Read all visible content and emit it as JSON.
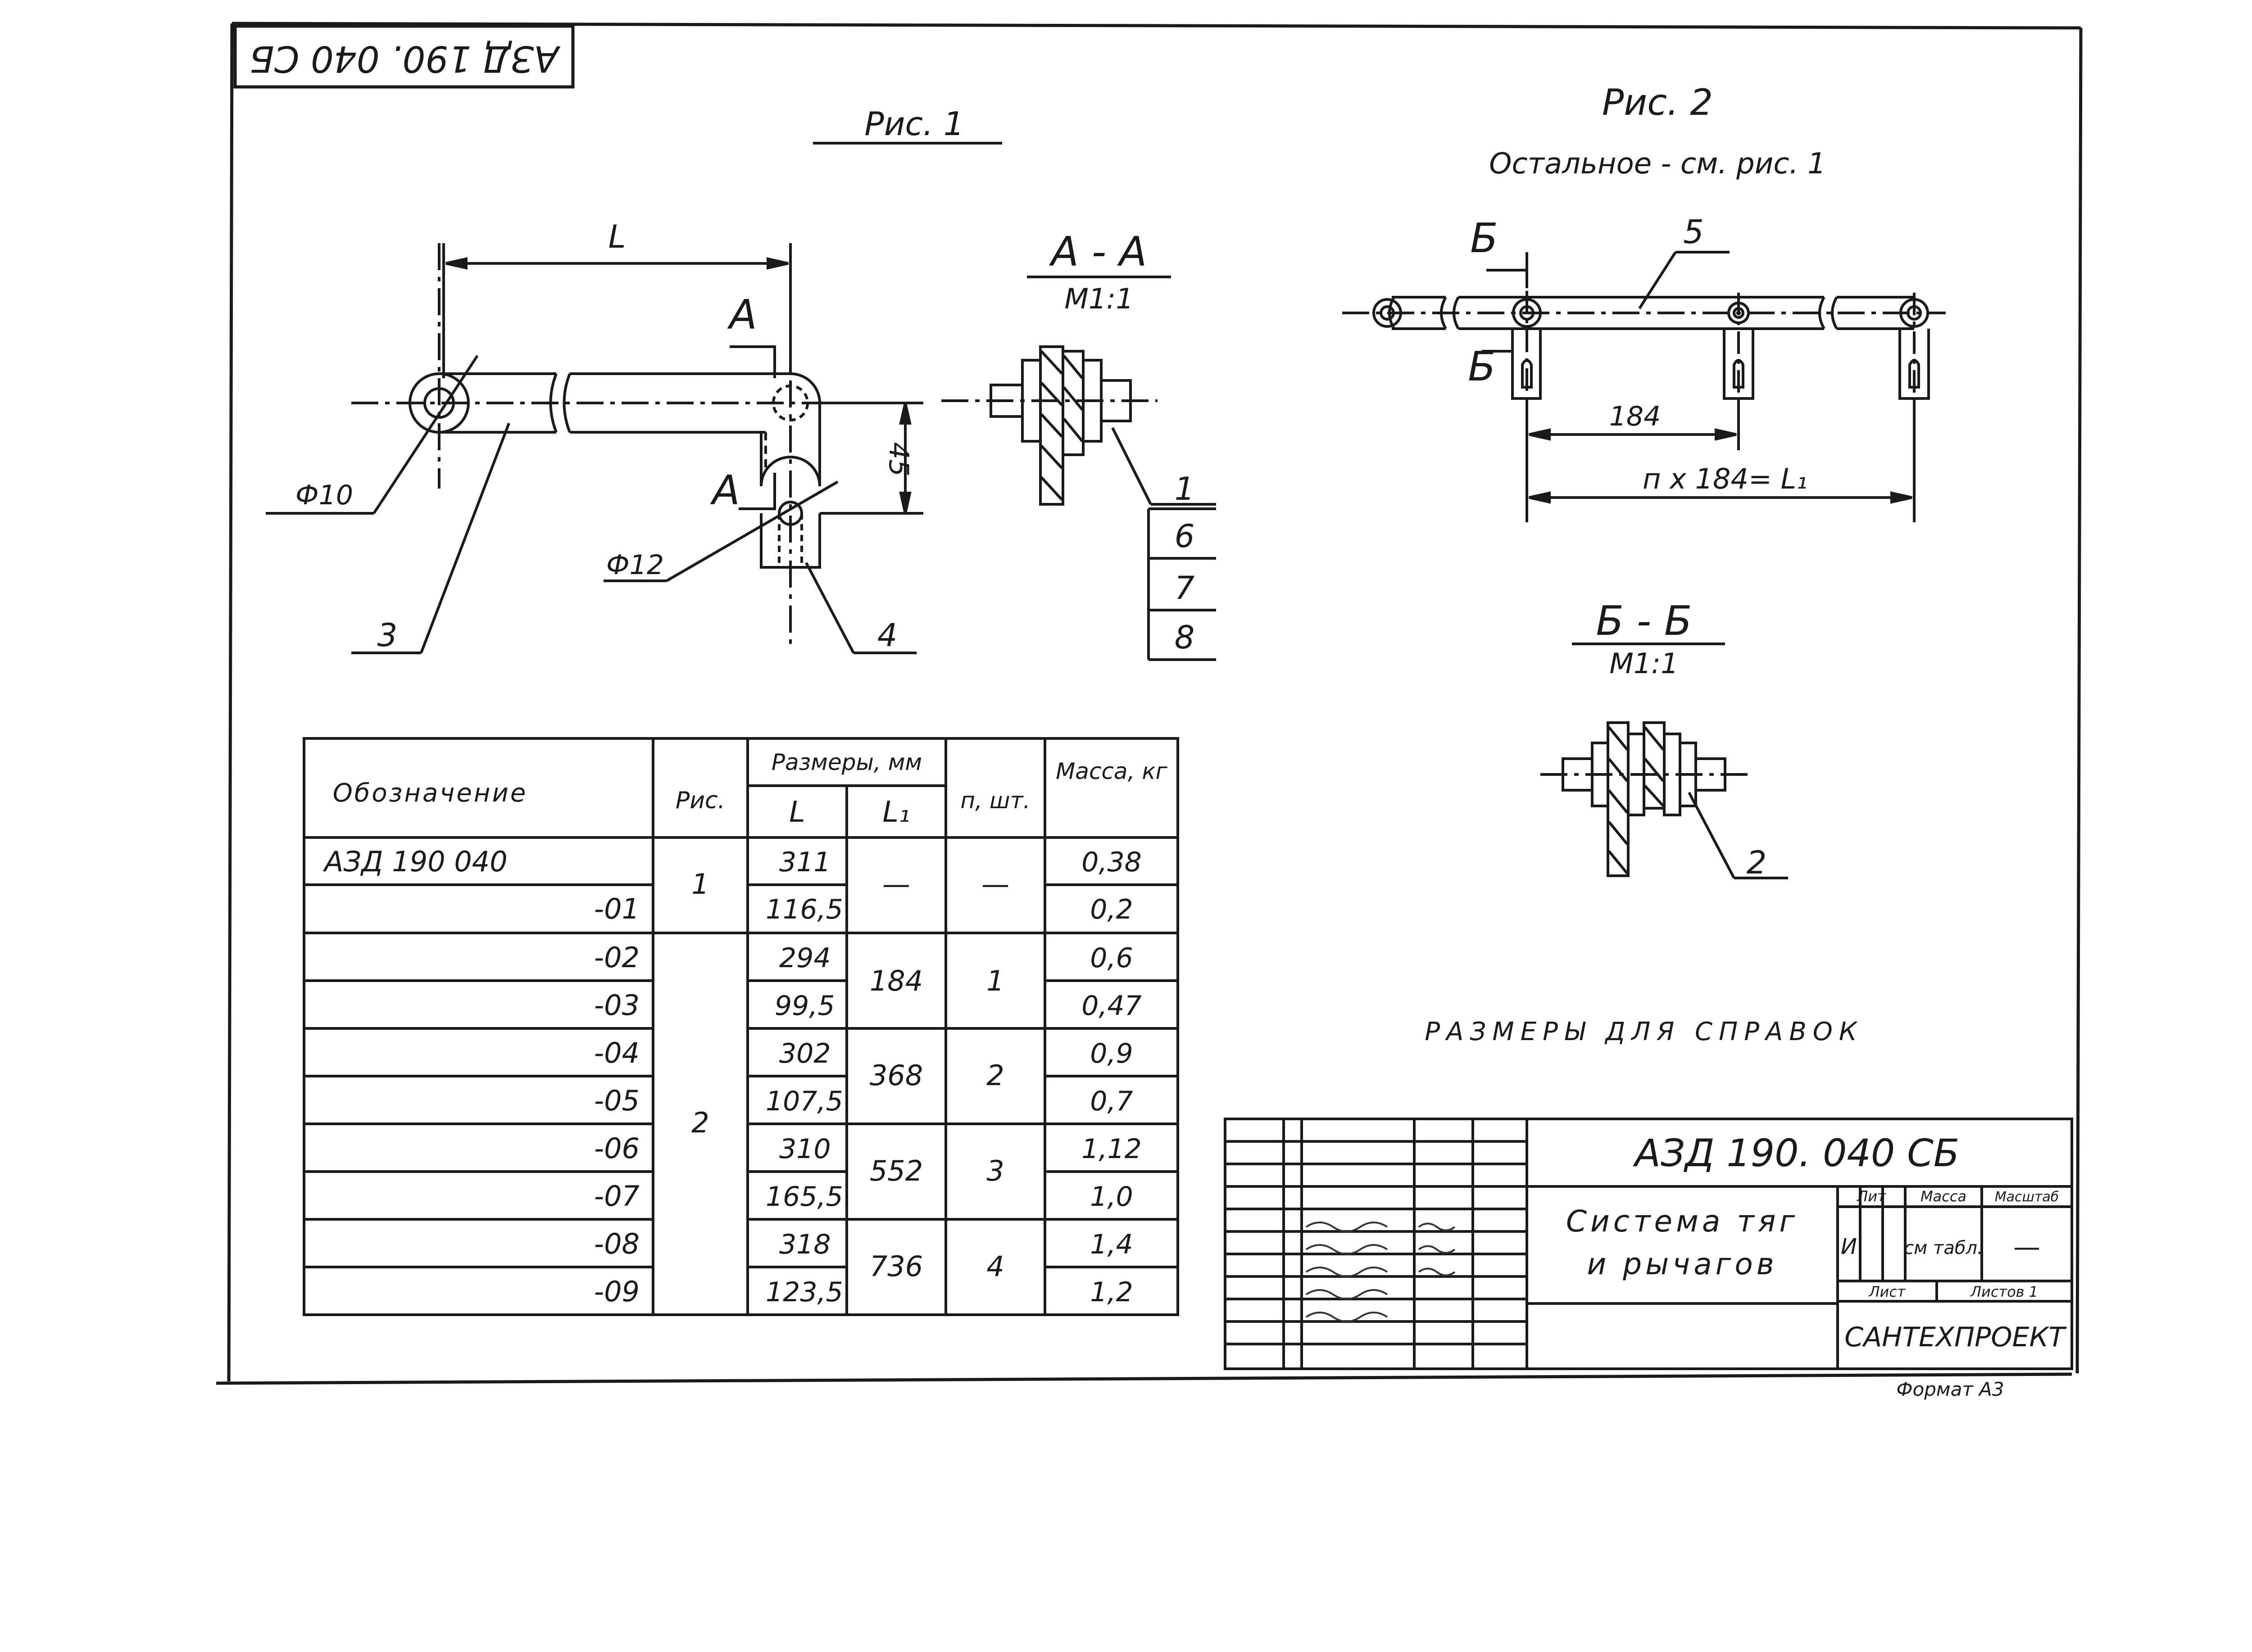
{
  "stamp_top": "АЗД 190. 040 СБ",
  "fig1": {
    "title": "Рис. 1",
    "dim_L": "L",
    "view_A_top": "А",
    "view_A_bottom": "А",
    "dim_45": "45",
    "phi10": "Ф10",
    "phi12": "Ф12",
    "pos3": "3",
    "pos4": "4"
  },
  "section_AA": {
    "title": "А - А",
    "scale": "М1:1",
    "positions": [
      "1",
      "6",
      "7",
      "8"
    ]
  },
  "fig2": {
    "title": "Рис. 2",
    "subtitle": "Остальное - см. рис. 1",
    "label_B_top": "Б",
    "label_B_side": "Б",
    "pos5": "5",
    "dim_184": "184",
    "dim_nL": "п х 184= L₁"
  },
  "section_BB": {
    "title": "Б - Б",
    "scale": "М1:1",
    "pos2": "2"
  },
  "reference_note": "РАЗМЕРЫ ДЛЯ СПРАВОК",
  "table": {
    "h_designation": "Обозначение",
    "h_fig": "Рис.",
    "h_sizes": "Размеры, мм",
    "h_L": "L",
    "h_L1": "L₁",
    "h_n": "п, шт.",
    "h_mass": "Масса, кг",
    "rows": [
      {
        "des": "АЗД 190 040",
        "L": "311",
        "mass": "0,38"
      },
      {
        "des": "-01",
        "L": "116,5",
        "mass": "0,2"
      },
      {
        "des": "-02",
        "L": "294",
        "mass": "0,6"
      },
      {
        "des": "-03",
        "L": "99,5",
        "mass": "0,47"
      },
      {
        "des": "-04",
        "L": "302",
        "mass": "0,9"
      },
      {
        "des": "-05",
        "L": "107,5",
        "mass": "0,7"
      },
      {
        "des": "-06",
        "L": "310",
        "mass": "1,12"
      },
      {
        "des": "-07",
        "L": "165,5",
        "mass": "1,0"
      },
      {
        "des": "-08",
        "L": "318",
        "mass": "1,4"
      },
      {
        "des": "-09",
        "L": "123,5",
        "mass": "1,2"
      }
    ],
    "groups": [
      {
        "fig": "1",
        "L1": "—",
        "n": "—"
      },
      {
        "fig": "2",
        "L1": "184",
        "n": "1"
      },
      {
        "L1": "368",
        "n": "2"
      },
      {
        "L1": "552",
        "n": "3"
      },
      {
        "L1": "736",
        "n": "4"
      }
    ]
  },
  "title_block": {
    "doc_number": "АЗД 190. 040 СБ",
    "name_line1": "Система тяг",
    "name_line2": "и рычагов",
    "lit_header": "Лит",
    "mass_header": "Масса",
    "scale_header": "Масштаб",
    "lit_value": "И",
    "mass_value": "см табл.",
    "scale_value": "—",
    "sheet_label": "Лист",
    "sheets_label": "Листов 1",
    "org": "САНТЕХПРОЕКТ",
    "format": "Формат А3"
  }
}
